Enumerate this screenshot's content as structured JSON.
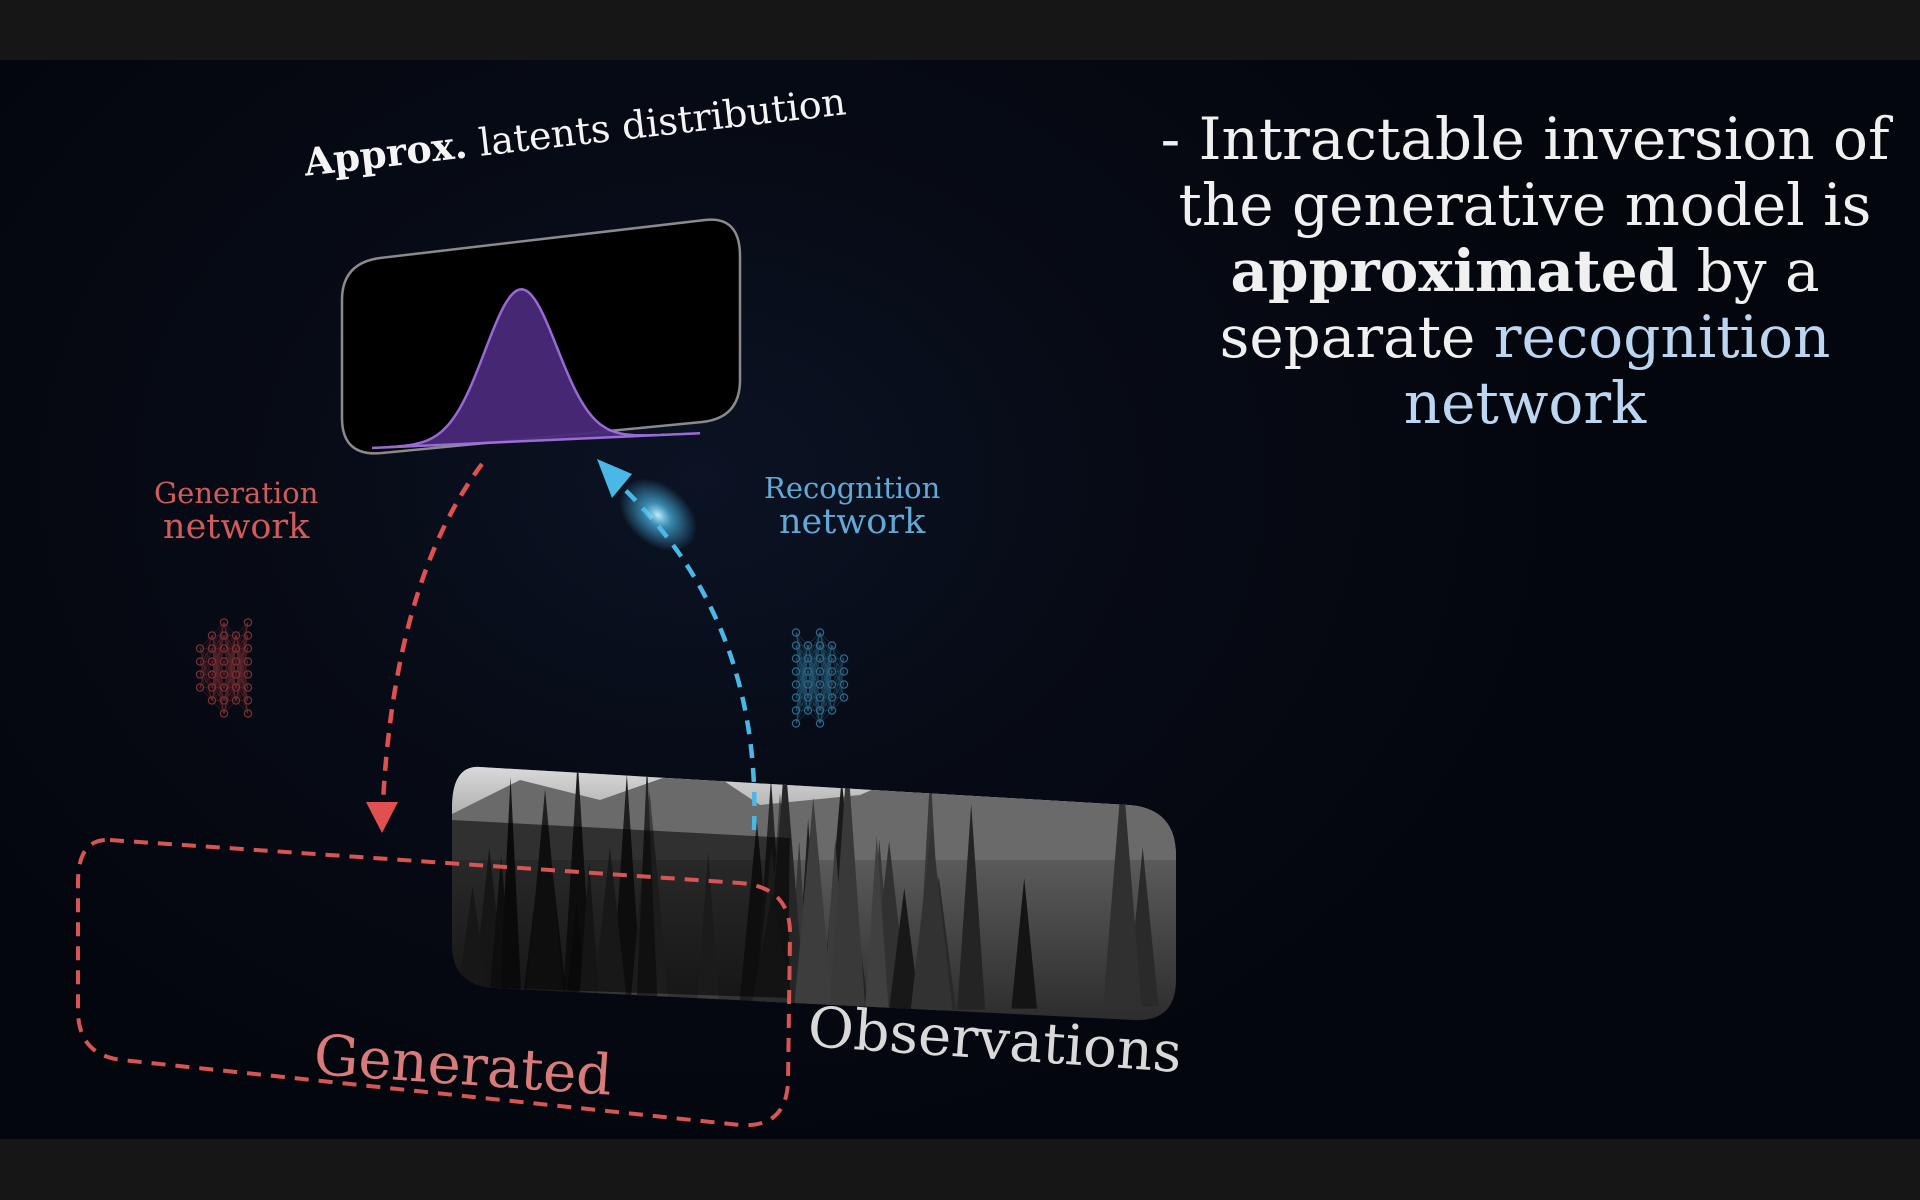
{
  "colors": {
    "background": "#070b16",
    "generation": "#e05050",
    "recognition": "#4ab8e6",
    "distribution_fill": "#4a2a7a",
    "distribution_stroke": "#a070e0",
    "accent_text": "#bcd6f2"
  },
  "latents_box": {
    "title_bold": "Approx.",
    "title_rest": " latents distribution"
  },
  "generation_network": {
    "line1": "Generation",
    "line2": "network",
    "icon": "neural-network-icon"
  },
  "recognition_network": {
    "line1": "Recognition",
    "line2": "network",
    "icon": "neural-network-icon"
  },
  "generated_box": {
    "label": "Generated"
  },
  "observations_box": {
    "label": "Observations"
  },
  "explanation": {
    "line1": "- Intractable inversion of",
    "line2": "the generative model is",
    "line3_bold": "approximated",
    "line3_rest": " by a",
    "line4_plain": "separate ",
    "line4_accent": "recognition",
    "line5_accent": "network"
  }
}
